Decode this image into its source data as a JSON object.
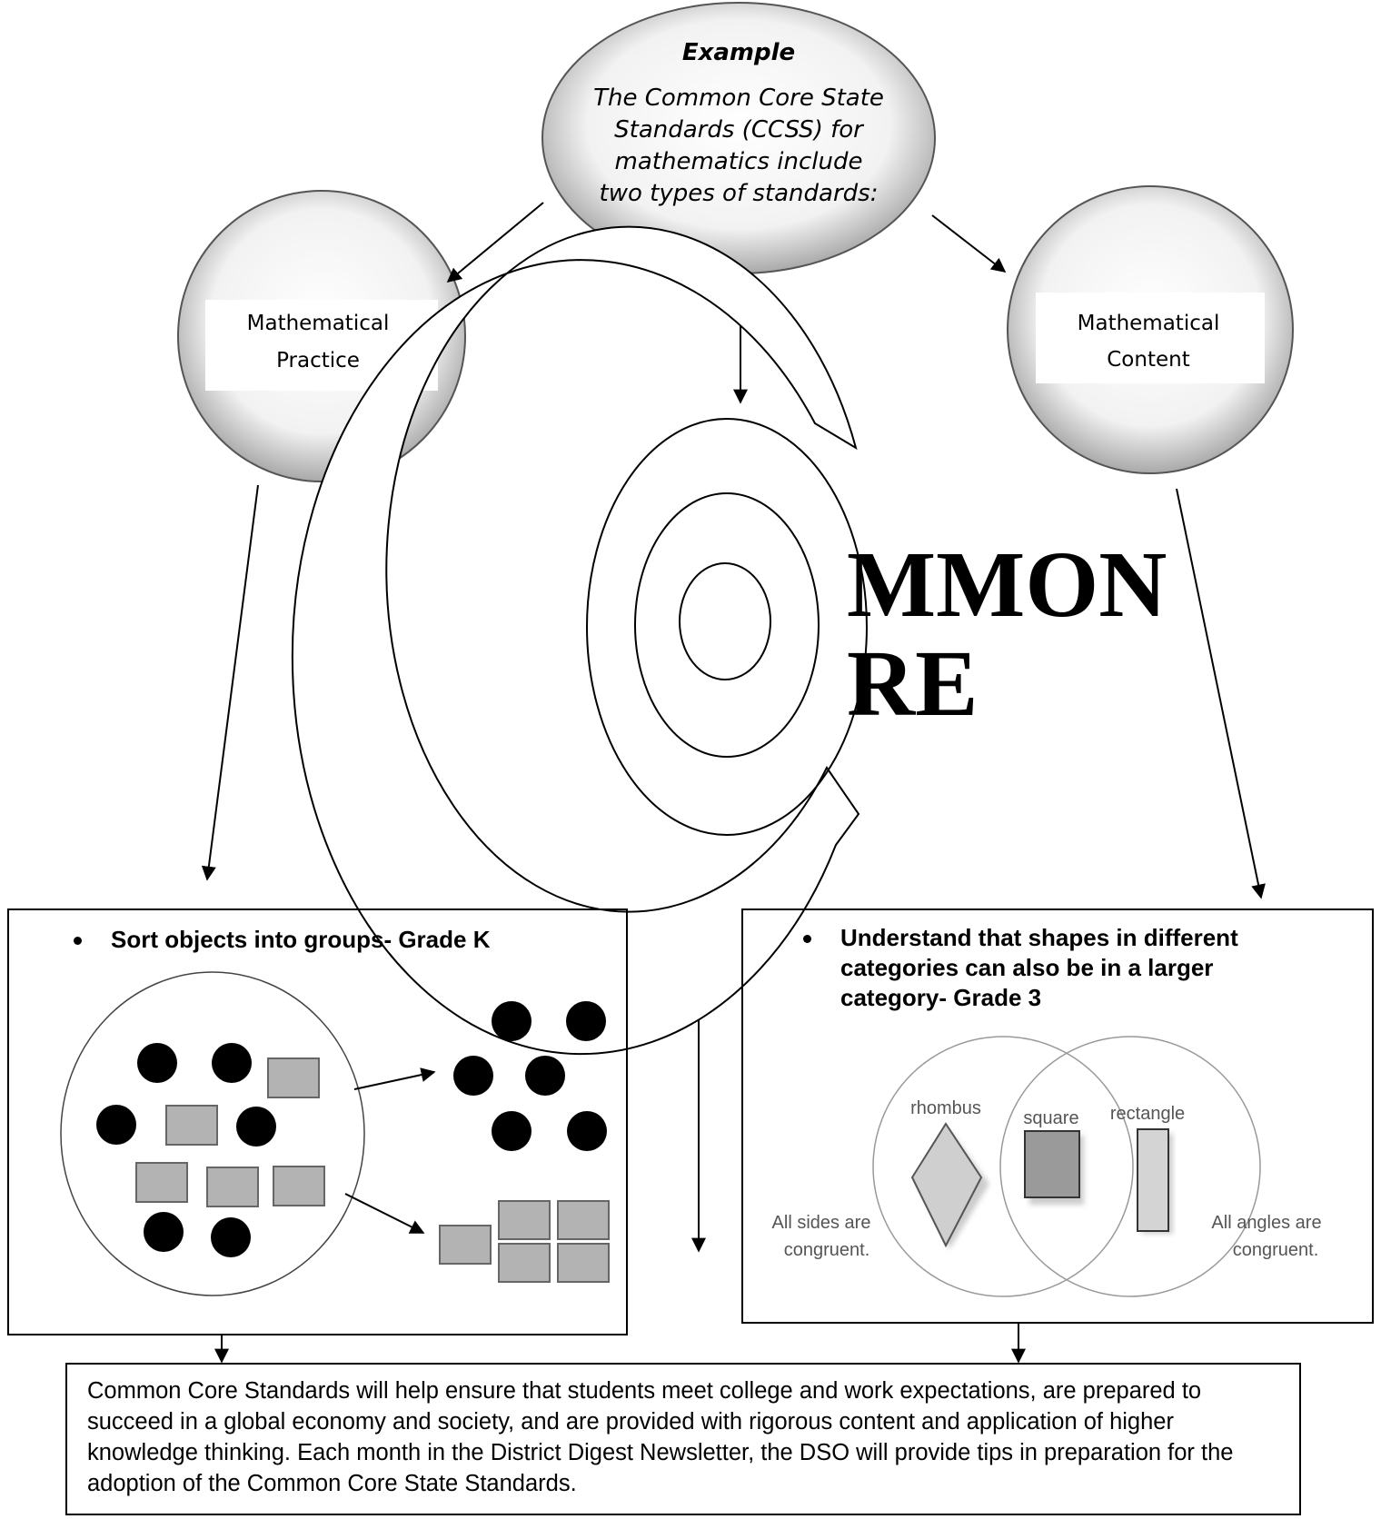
{
  "top_node": {
    "heading": "Example",
    "lines": [
      "The Common Core State",
      "Standards (CCSS) for",
      "mathematics include",
      "two types of standards:"
    ]
  },
  "left_node": {
    "lines": [
      "Mathematical",
      "Practice"
    ]
  },
  "right_node": {
    "lines": [
      "Mathematical",
      "Content"
    ]
  },
  "logo": {
    "line1": "MMON",
    "line2": "RE"
  },
  "practice_box": {
    "bullet": "Sort objects into groups- Grade K"
  },
  "content_box": {
    "bullet": "Understand that shapes in different categories can also be in a larger category- Grade 3",
    "venn": {
      "rhombus": "rhombus",
      "square": "square",
      "rectangle": "rectangle",
      "left_note": [
        "All sides are",
        "congruent."
      ],
      "right_note": [
        "All angles are",
        "congruent."
      ]
    }
  },
  "footer": {
    "text": "Common Core Standards will help ensure that students meet college and work expectations, are prepared to succeed in a global economy and society, and are provided with rigorous content and application of higher knowledge thinking. Each month in the District Digest Newsletter, the DSO will provide tips in preparation for the adoption of the Common Core State Standards."
  }
}
